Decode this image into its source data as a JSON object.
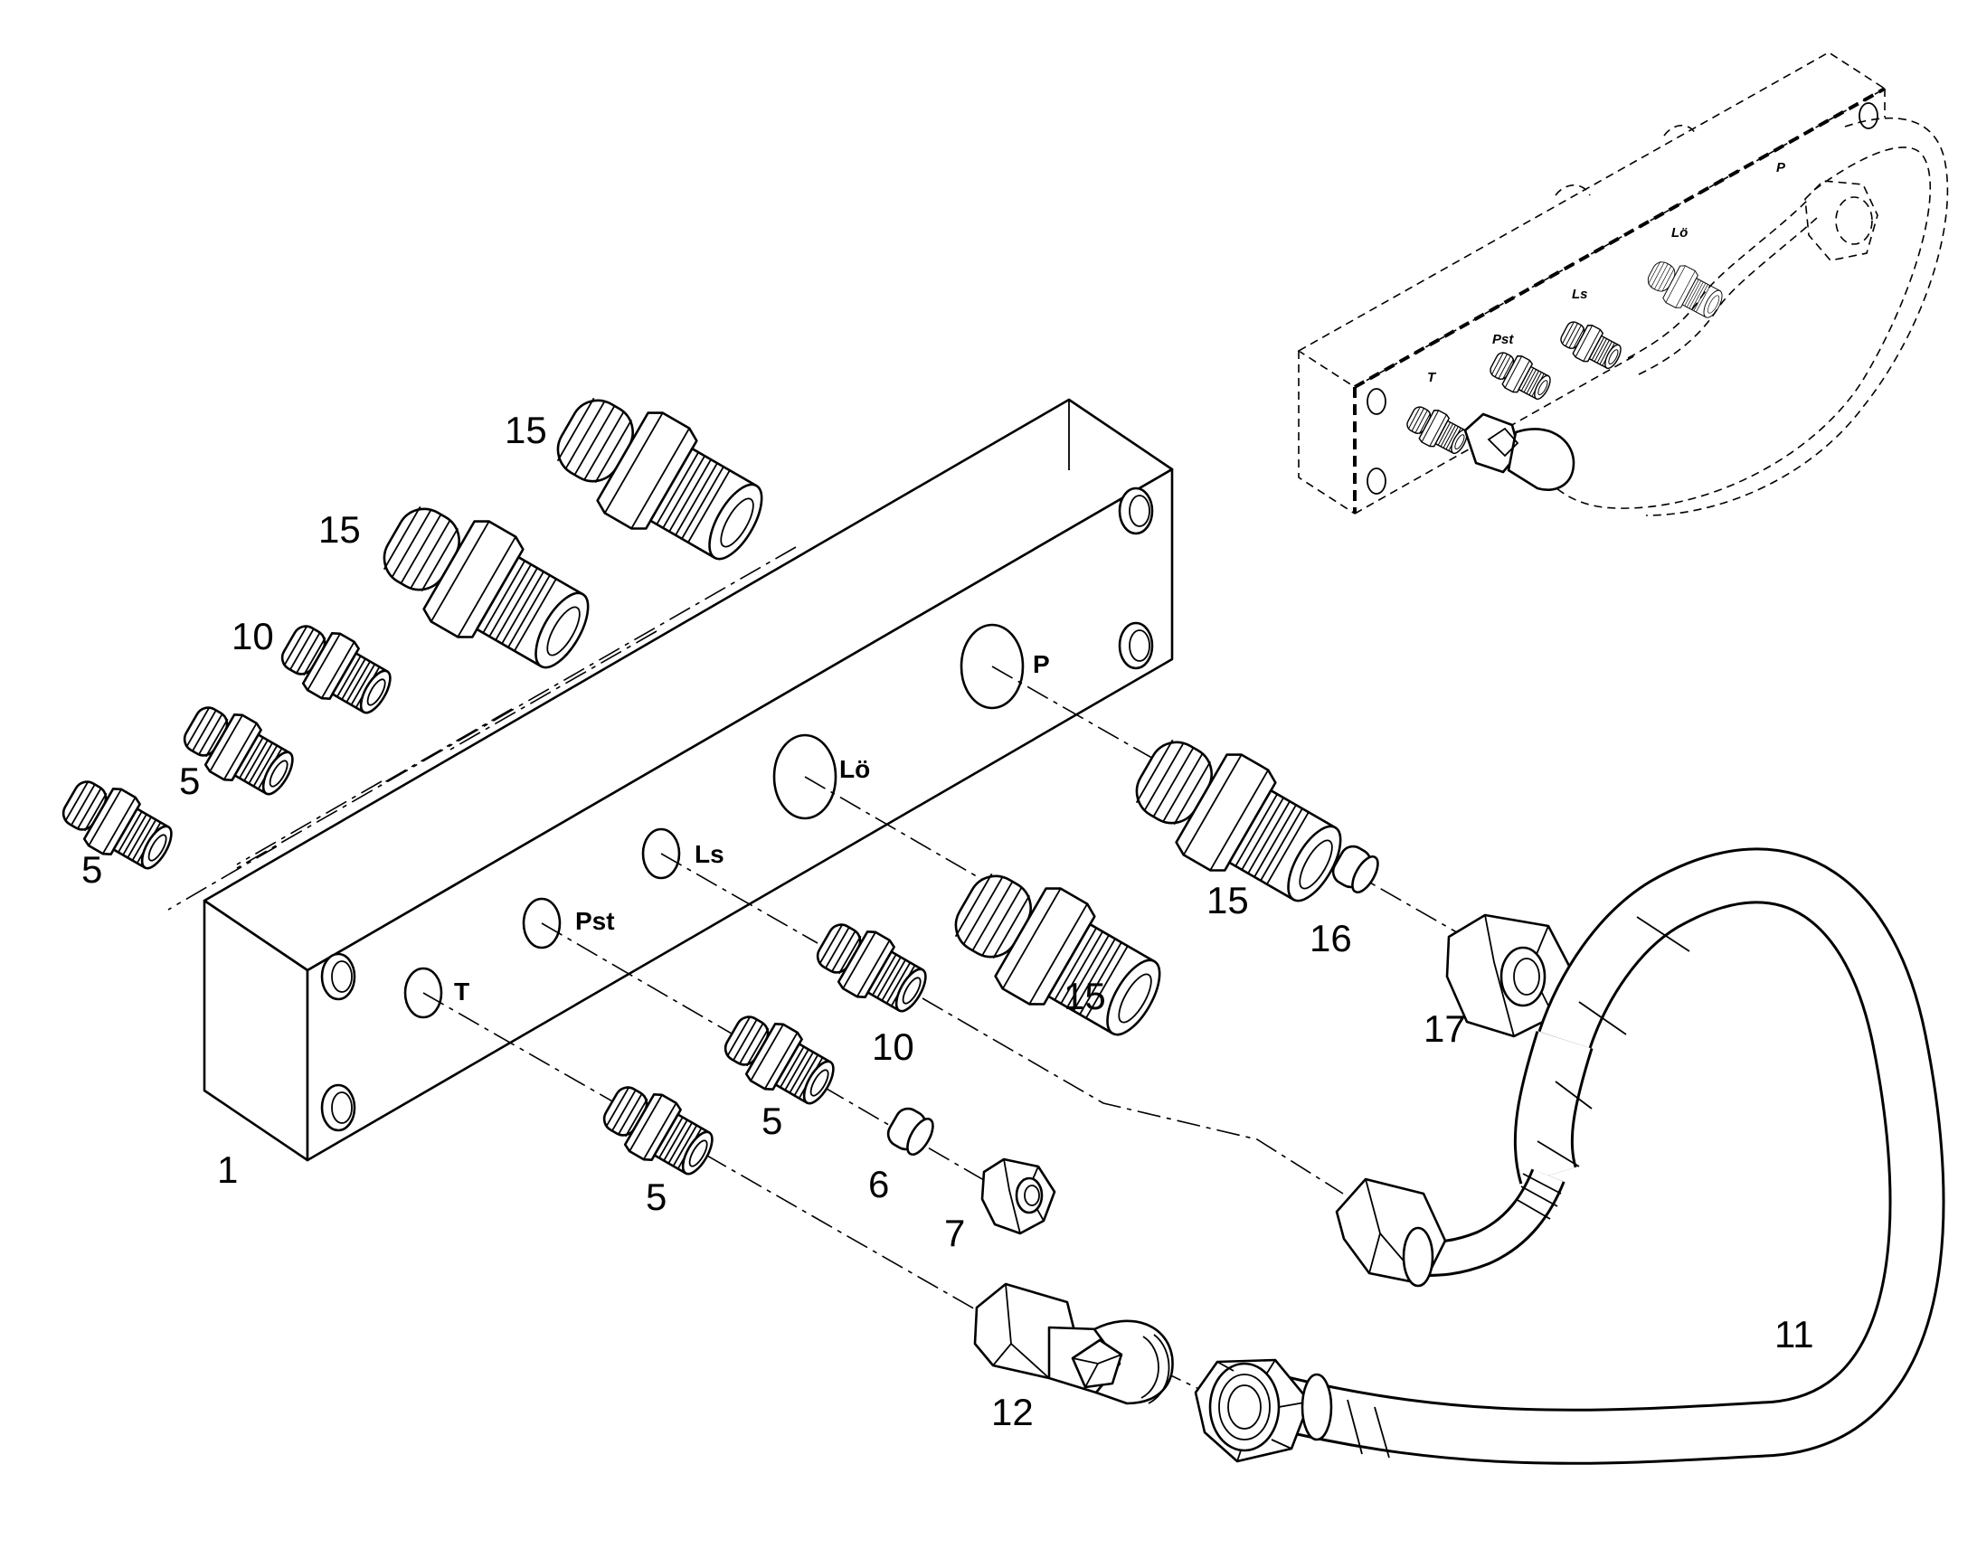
{
  "callouts": {
    "plate": "1",
    "nipple_a": "5",
    "nipple_b": "5",
    "nipple_c": "5",
    "nipple_d": "5",
    "ring": "6",
    "nut_small": "7",
    "nipple_10a": "10",
    "nipple_10b": "10",
    "hose": "11",
    "elbow": "12",
    "coupling_a": "15",
    "coupling_b": "15",
    "coupling_c": "15",
    "coupling_d": "15",
    "ring_large": "16",
    "nut_large": "17"
  },
  "ports": {
    "p": "P",
    "lo": "Lö",
    "ls": "Ls",
    "pst": "Pst",
    "t": "T"
  },
  "inset_ports": {
    "p": "P",
    "lo": "Lö",
    "ls": "Ls",
    "pst": "Pst",
    "t": "T"
  }
}
